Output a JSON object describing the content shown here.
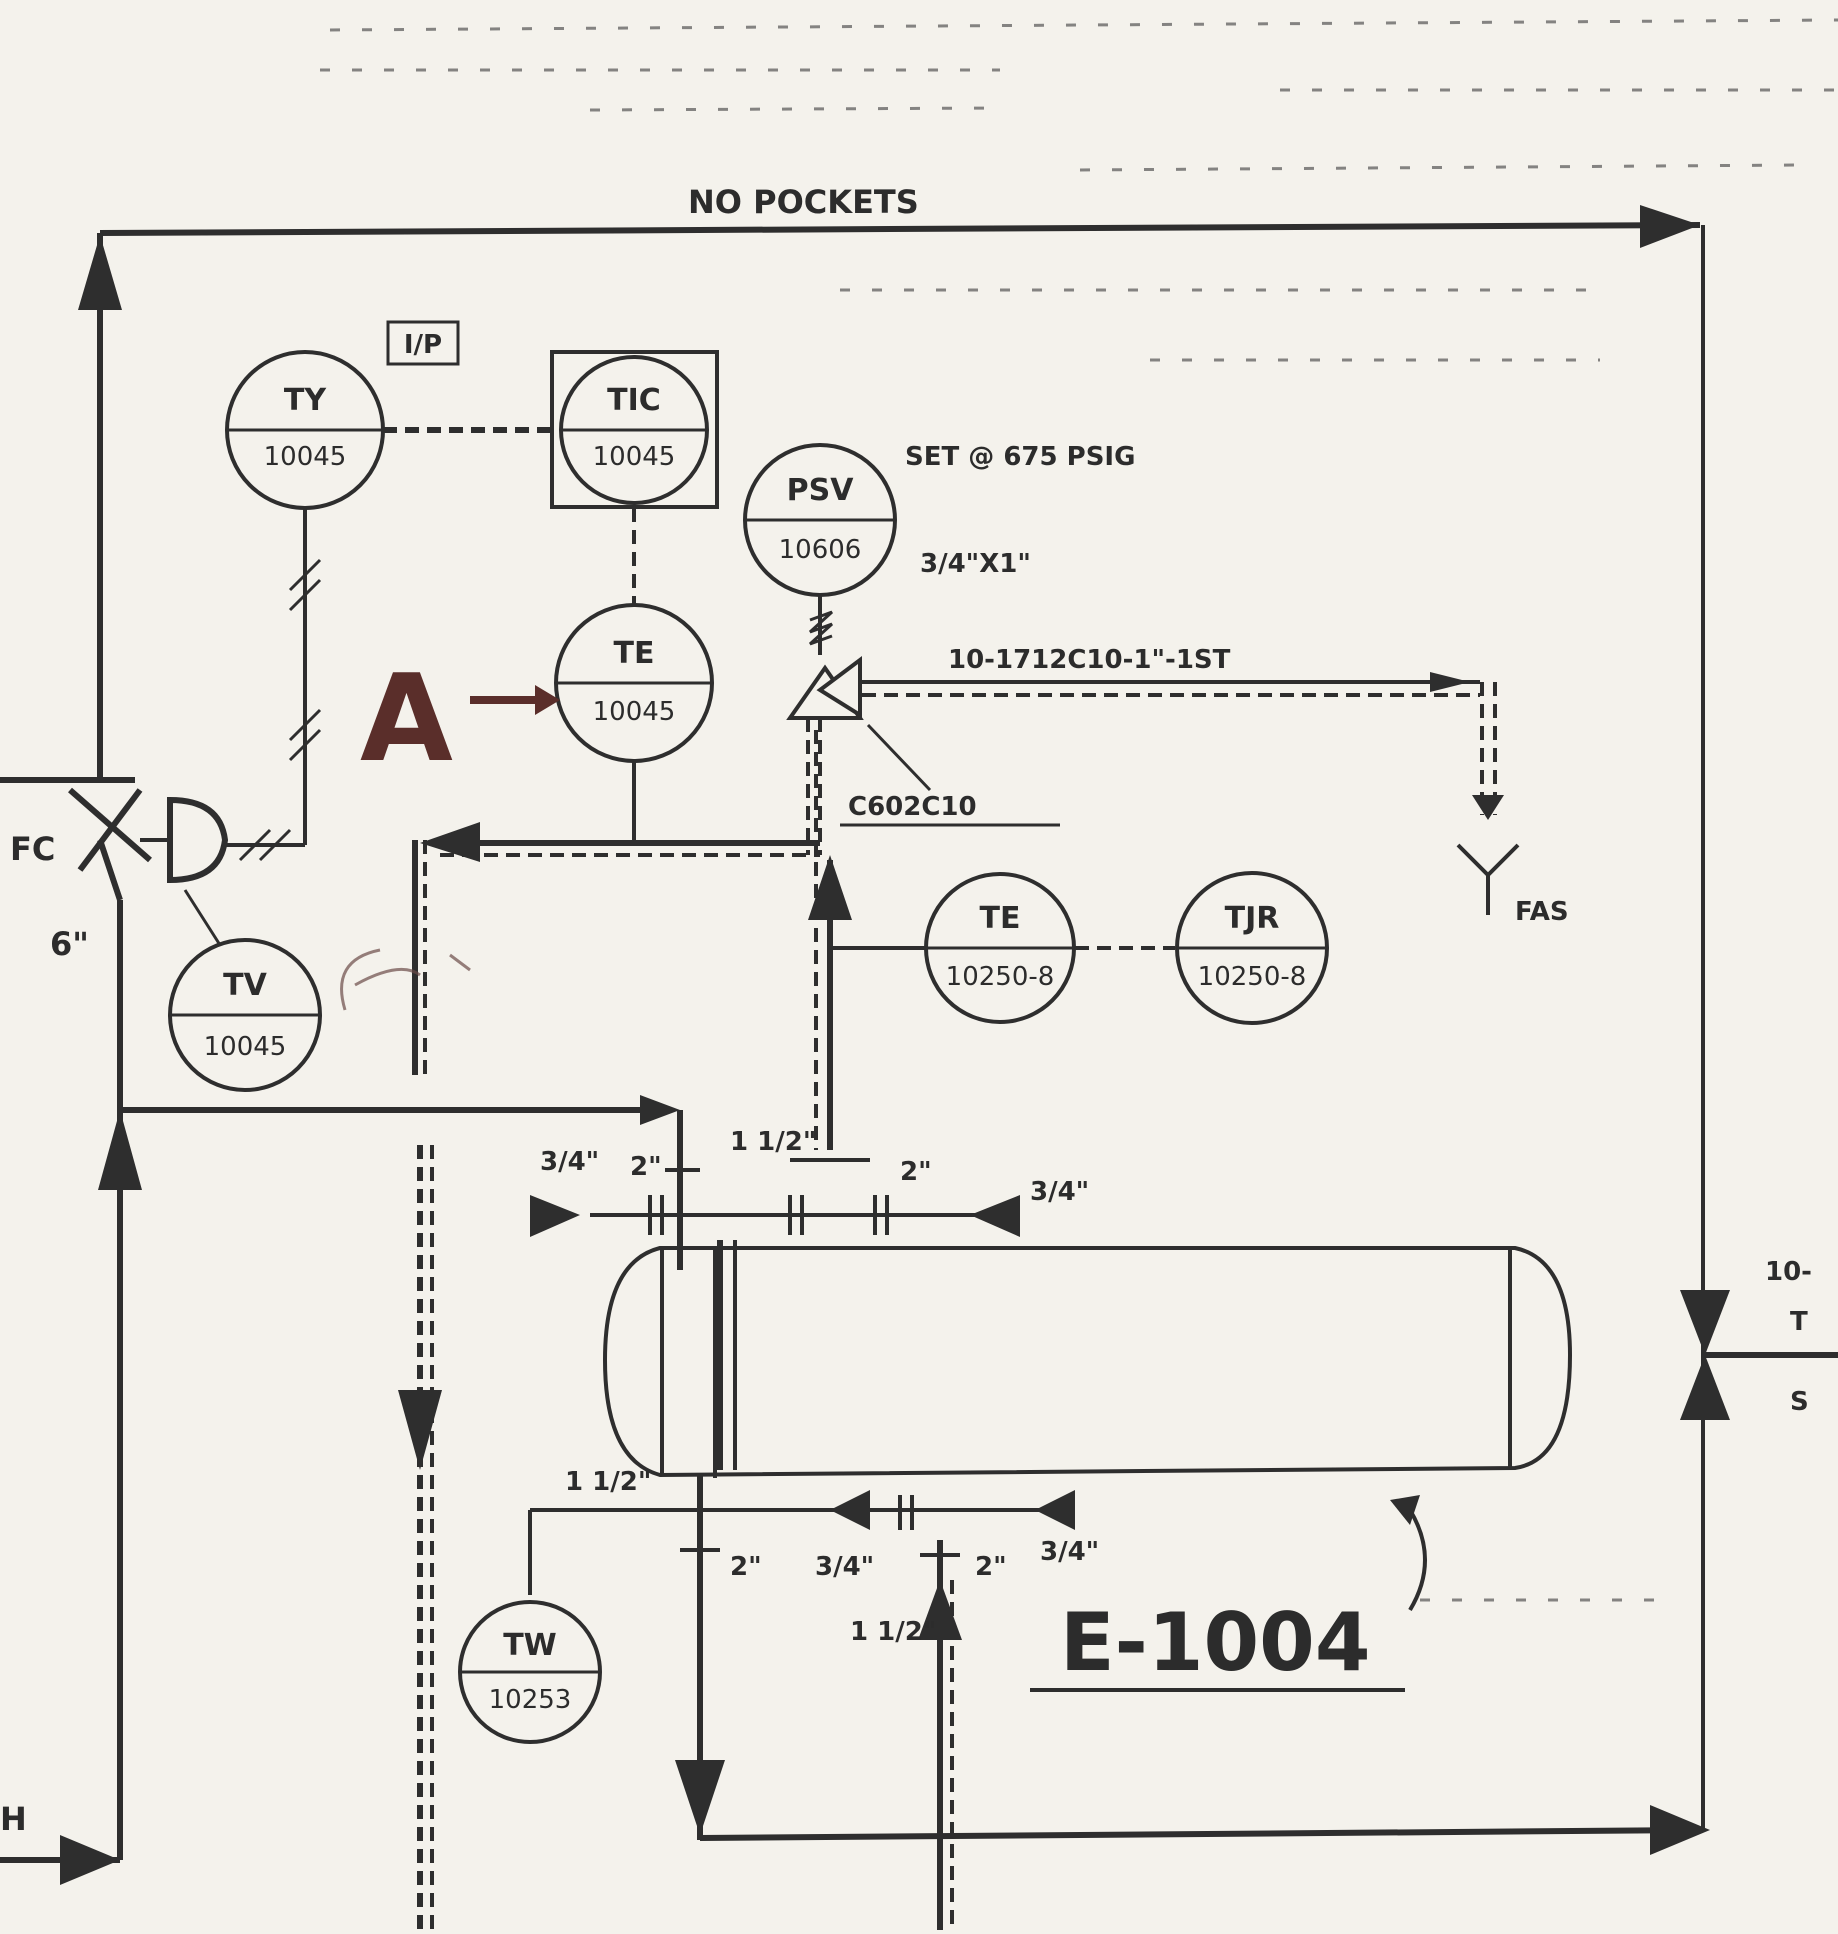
{
  "header_note": "NO POCKETS",
  "instruments": {
    "ty": {
      "tag": "TY",
      "num": "10045"
    },
    "tic": {
      "tag": "TIC",
      "num": "10045"
    },
    "te_main": {
      "tag": "TE",
      "num": "10045"
    },
    "tv": {
      "tag": "TV",
      "num": "10045"
    },
    "psv": {
      "tag": "PSV",
      "num": "10606"
    },
    "te_outlet": {
      "tag": "TE",
      "num": "10250-8"
    },
    "tjr": {
      "tag": "TJR",
      "num": "10250-8"
    },
    "tw": {
      "tag": "TW",
      "num": "10253"
    }
  },
  "labels": {
    "converter": "I/P",
    "psv_set": "SET @ 675 PSIG",
    "psv_size": "3/4\"X1\"",
    "relief_line": "10-1712C10-1\"-1ST",
    "spec": "C602C10",
    "fas": "FAS",
    "valve_fc": "FC",
    "valve_size": "6\"",
    "markup_a": "A",
    "equipment": "E-1004",
    "size_3_4": "3/4\"",
    "size_2": "2\"",
    "size_1_5": "1 1/2\"",
    "left_edge": "H",
    "right_10": "10-",
    "right_t": "T",
    "right_s": "S"
  }
}
